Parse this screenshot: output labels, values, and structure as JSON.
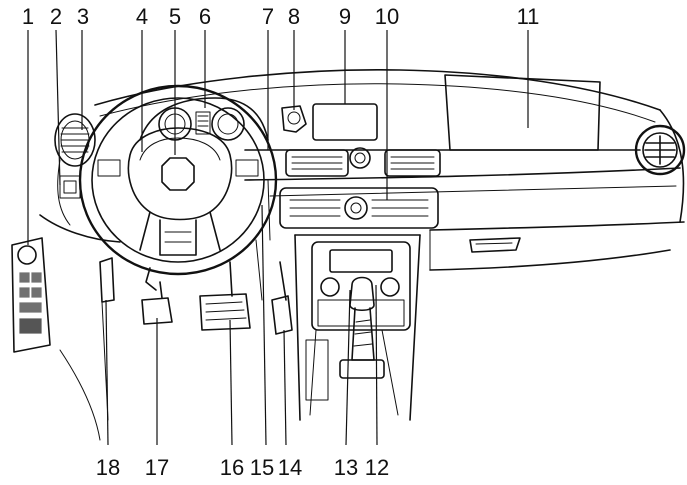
{
  "callouts": {
    "top": [
      "1",
      "2",
      "3",
      "4",
      "5",
      "6",
      "7",
      "8",
      "9",
      "10",
      "11"
    ],
    "bottom": [
      "18",
      "17",
      "16",
      "15",
      "14",
      "13",
      "12"
    ]
  },
  "colors": {
    "line": "#111111",
    "panel_gray": "#9a9a9a",
    "dark_gray": "#3a3a3a",
    "light_gray": "#cfcfcf",
    "background": "#ffffff"
  }
}
